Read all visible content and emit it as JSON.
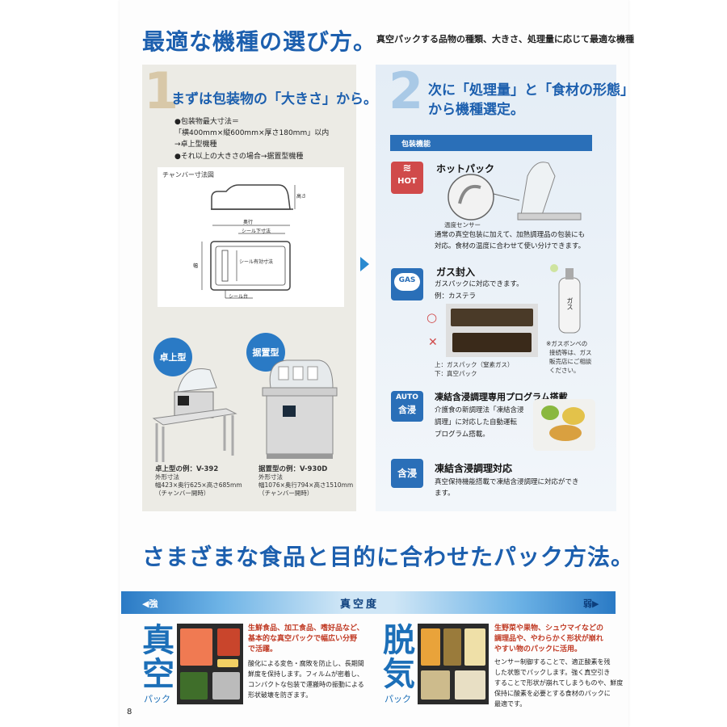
{
  "header": {
    "title": "最適な機種の選び方。",
    "subtitle": "真空パックする品物の種類、大きさ、処理量に応じて最適な機種"
  },
  "step1": {
    "number": "1",
    "title": "まずは包装物の「大きさ」から。",
    "spec_lines": [
      "●包装物最大寸法＝",
      "「横400mm×縦600mm×厚さ180mm」以内",
      "→卓上型機種",
      "●それ以上の大きさの場合→据置型機種"
    ],
    "diagram": {
      "caption": "チャンバー寸法図",
      "label_height": "高さ",
      "label_depth": "奥行",
      "label_seal_bottom": "シール下寸法",
      "label_width": "幅",
      "label_seal_effective": "シール有効寸法",
      "label_seal_stand": "シール台"
    },
    "tabletop": {
      "badge": "卓上型",
      "caption_title": "卓上型の例：V-392",
      "caption_lines": [
        "外形寸法",
        "幅423×奥行625×高さ685mm",
        "（チャンバー開時）"
      ]
    },
    "floor": {
      "badge": "据置型",
      "caption_title": "据置型の例：V-930D",
      "caption_lines": [
        "外形寸法",
        "幅1076×奥行794×高さ1510mm",
        "（チャンバー開時）"
      ]
    }
  },
  "step2": {
    "number": "2",
    "title_line1": "次に「処理量」と「食材の形態」",
    "title_line2": "から機種選定。",
    "section_label": "包装機能",
    "hotpack": {
      "icon_text": "HOT",
      "icon_symbol": "≋",
      "title": "ホットパック",
      "sensor_label": "温度センサー",
      "text_lines": [
        "通常の真空包装に加えて、加熱調理品の包装にも",
        "対応。食材の温度に合わせて使い分けできます。"
      ]
    },
    "gas": {
      "icon_text": "GAS",
      "title": "ガス封入",
      "text_lines": [
        "ガスパックに対応できます。",
        "例：カステラ"
      ],
      "mark_ok": "○",
      "mark_ng": "✕",
      "legend_lines": [
        "上：ガスパック（窒素ガス）",
        "下：真空パック"
      ],
      "bottle_label": "ガス",
      "note_lines": [
        "※ガスボンベの",
        "接続等は、ガス",
        "販売店にご相談",
        "ください。"
      ]
    },
    "auto": {
      "icon_line1": "AUTO",
      "icon_line2": "含浸",
      "title": "凍結含浸調理専用プログラム搭載",
      "text_lines": [
        "介護食の新調理法「凍結含浸",
        "調理」に対応した自動運転",
        "プログラム搭載。"
      ]
    },
    "impregnation": {
      "icon_text": "含浸",
      "title": "凍結含浸調理対応",
      "text_lines": [
        "真空保持機能搭載で凍結含浸調理に対応ができ",
        "ます。"
      ]
    }
  },
  "methods": {
    "title": "さまざまな食品と目的に合わせたパック方法。",
    "bar_strong": "◀強",
    "bar_center": "真空度",
    "bar_weak": "弱▶",
    "vacuum": {
      "big": [
        "真",
        "空"
      ],
      "small": "パック",
      "lead_lines": [
        "生鮮食品、加工食品、嗜好品など、",
        "基本的な真空パックで幅広い分野",
        "で活躍。"
      ],
      "text_lines": [
        "酸化による変色・腐敗を防止し、長期間",
        "鮮度を保持します。フィルムが密着し、",
        "コンパクトな包装で運搬時の振動による",
        "形状破壊を防ぎます。"
      ]
    },
    "deaeration": {
      "big": [
        "脱",
        "気"
      ],
      "small": "パック",
      "lead_lines": [
        "生野菜や果物、シュウマイなどの",
        "調理品や、やわらかく形状が崩れ",
        "やすい物のパックに活用。"
      ],
      "text_lines": [
        "センサー制御することで、適正酸素を残",
        "した状態でパックします。強く真空引き",
        "することで形状が崩れてしまうものや、鮮度",
        "保持に酸素を必要とする食材のパックに",
        "最適です。"
      ]
    }
  },
  "page_number": "8",
  "colors": {
    "title_blue": "#1c5fae",
    "accent_red": "#c03a24",
    "hot_icon": "#d04a4a",
    "gas_icon": "#2a6fb8",
    "auto_icon": "#2a6fb8"
  }
}
